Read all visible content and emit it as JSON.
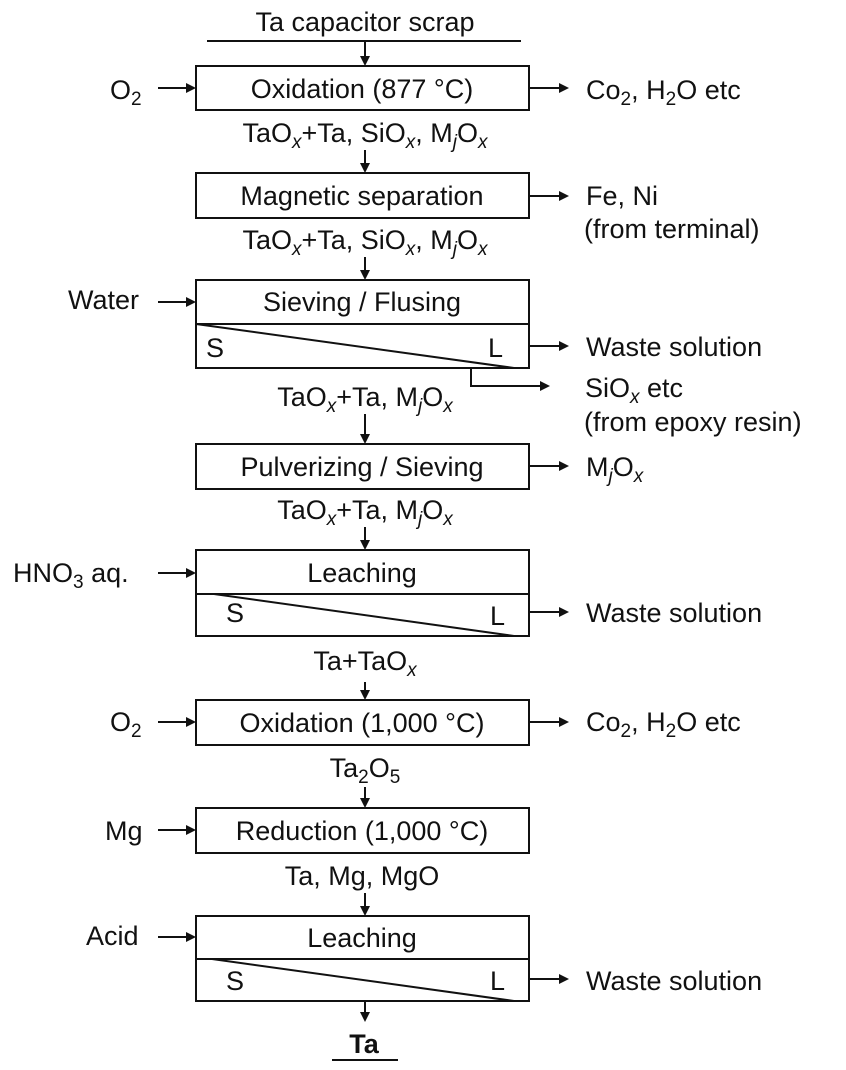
{
  "input_material": "Ta capacitor scrap",
  "steps": [
    {
      "id": "oxidation-1",
      "label": "Oxidation (877 °C)",
      "input": [
        "O",
        "2"
      ],
      "outputs": [
        "Co2, H2O etc"
      ]
    },
    {
      "id": "magnetic-separation",
      "label": "Magnetic separation",
      "outputs": [
        "Fe, Ni",
        "(from terminal)"
      ]
    },
    {
      "id": "sieving-flushing",
      "label": "Sieving / Flusing",
      "input": "Water",
      "split": [
        "S",
        "L"
      ],
      "outputs": [
        "Waste solution",
        "SiOx etc",
        "(from epoxy resin)"
      ]
    },
    {
      "id": "pulverizing-sieving",
      "label": "Pulverizing / Sieving",
      "outputs": [
        "MjOx"
      ]
    },
    {
      "id": "leaching-1",
      "label": "Leaching",
      "input": [
        "HNO",
        "3",
        " aq."
      ],
      "split": [
        "S",
        "L"
      ],
      "outputs": [
        "Waste solution"
      ]
    },
    {
      "id": "oxidation-2",
      "label": "Oxidation (1,000 °C)",
      "input": [
        "O",
        "2"
      ],
      "outputs": [
        "Co2, H2O etc"
      ]
    },
    {
      "id": "reduction",
      "label": "Reduction (1,000 °C)",
      "input": "Mg",
      "outputs": []
    },
    {
      "id": "leaching-2",
      "label": "Leaching",
      "input": "Acid",
      "split": [
        "S",
        "L"
      ],
      "outputs": [
        "Waste solution"
      ]
    }
  ],
  "intermediates": [
    "TaOx+Ta, SiOx, MjOx",
    "TaOx+Ta, SiOx, MjOx",
    "TaOx+Ta, MjOx",
    "TaOx+Ta, MjOx",
    "Ta+TaOx",
    "Ta2O5",
    "Ta, Mg, MgO"
  ],
  "output_labels": {
    "co2_h2o": [
      "Co",
      "2",
      ", H",
      "2",
      "O etc"
    ],
    "fe_ni": "Fe, Ni",
    "from_terminal": "(from terminal)",
    "waste_solution": "Waste solution",
    "siox_etc": [
      "SiO",
      "x",
      " etc"
    ],
    "from_epoxy": "(from epoxy resin)",
    "mjox": [
      "M",
      "j",
      "O",
      "x"
    ]
  },
  "final_product": "Ta"
}
